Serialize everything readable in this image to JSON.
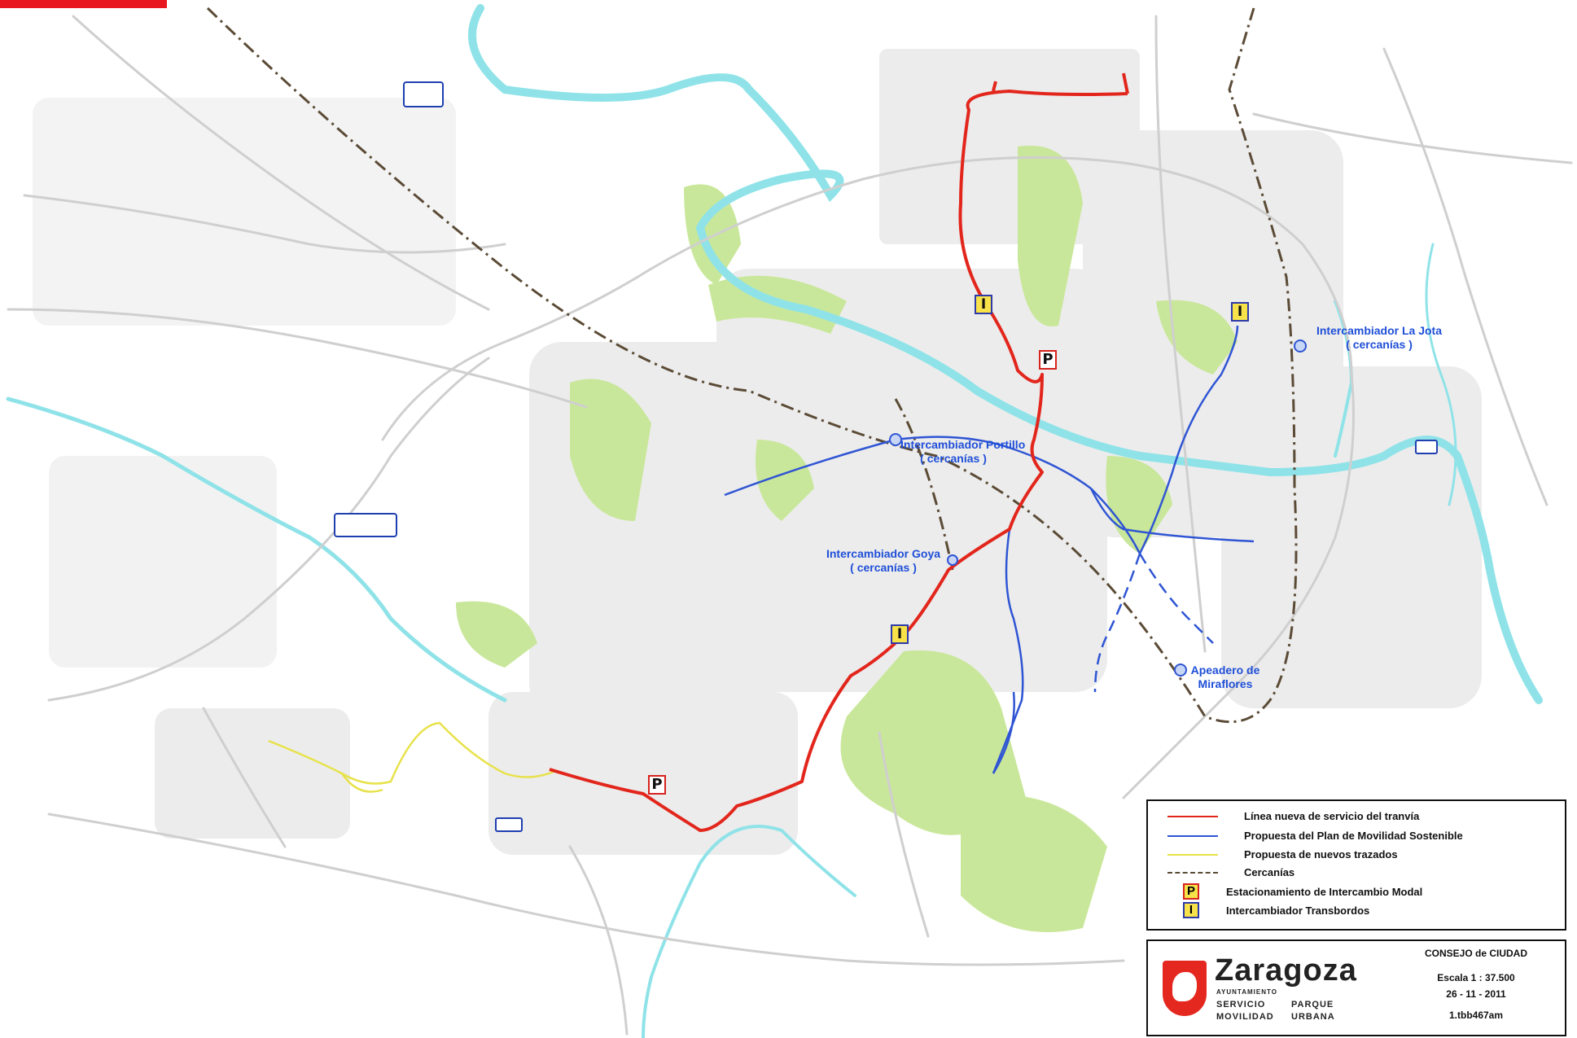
{
  "map": {
    "interchanges": [
      {
        "id": "la-jota",
        "name": "Intercambiador La Jota",
        "note": "( cercanías )"
      },
      {
        "id": "portillo",
        "name": "Intercambiador Portillo",
        "note": "( cercanías )"
      },
      {
        "id": "goya",
        "name": "Intercambiador Goya",
        "note": "( cercanías )"
      },
      {
        "id": "miraflores",
        "name": "Apeadero de",
        "note": "Miraflores"
      }
    ],
    "markers": {
      "p": "P",
      "i": "I"
    }
  },
  "legend": {
    "items": [
      {
        "label": "Línea nueva de servicio del tranvía",
        "kind": "line",
        "color": "#e2261c"
      },
      {
        "label": "Propuesta del Plan de Movilidad Sostenible",
        "kind": "line",
        "color": "#2f55d4"
      },
      {
        "label": "Propuesta de nuevos trazados",
        "kind": "line",
        "color": "#e7e24a"
      },
      {
        "label": "Cercanías",
        "kind": "dash",
        "color": "#5b4b36"
      },
      {
        "label": "Estacionamiento de Intercambio Modal",
        "kind": "marker",
        "marker": "P"
      },
      {
        "label": "Intercambiador Transbordos",
        "kind": "marker",
        "marker": "I"
      }
    ]
  },
  "title_block": {
    "city": "Zaragoza",
    "city_sub": "AYUNTAMIENTO",
    "dept_line1_a": "SERVICIO",
    "dept_line1_b": "PARQUE",
    "dept_line2_a": "MOVILIDAD",
    "dept_line2_b": "URBANA",
    "heading": "CONSEJO de CIUDAD",
    "scale": "Escala 1 : 37.500",
    "date": "26 - 11 - 2011",
    "sheet": "1.tbb467am"
  },
  "colors": {
    "tram": "#e2261c",
    "plan": "#2f55d4",
    "new": "#e7e24a",
    "rail": "#5b4b36",
    "river": "#8fe3e8",
    "green": "#c9e79a",
    "road": "#cfcfcf"
  }
}
